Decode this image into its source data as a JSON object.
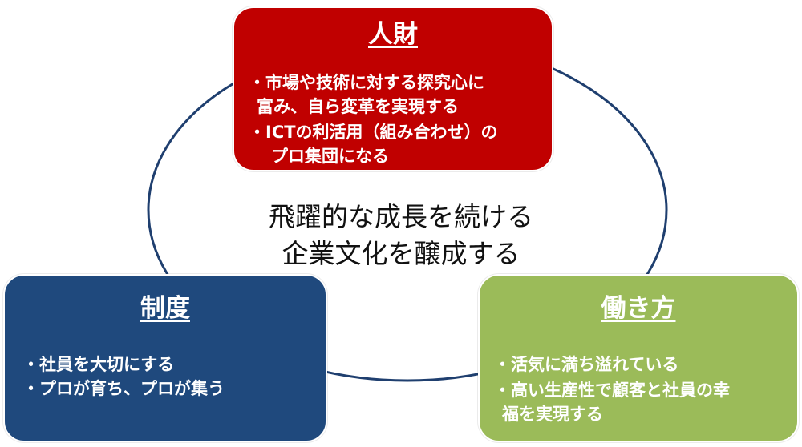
{
  "colors": {
    "jinzai": "#c00000",
    "seido": "#1f497d",
    "hatarakikata": "#9bbb59",
    "ring": "#1f3f6f",
    "center_text": "#111111"
  },
  "center": {
    "line1": "飛躍的な成長を続ける",
    "line2": "企業文化を醸成する"
  },
  "jinzai": {
    "title": "人財",
    "b1_l1": "・市場や技術に対する探究心に",
    "b1_l2": "富み、自ら変革を実現する",
    "b2_l1": "・ICTの利活用（組み合わせ）の",
    "b2_l2": "プロ集団になる"
  },
  "seido": {
    "title": "制度",
    "b1": "・社員を大切にする",
    "b2": "・プロが育ち、プロが集う"
  },
  "hatarakikata": {
    "title": "働き方",
    "b1": "・活気に満ち溢れている",
    "b2_l1": "・高い生産性で顧客と社員の幸",
    "b2_l2": "福を実現する"
  }
}
